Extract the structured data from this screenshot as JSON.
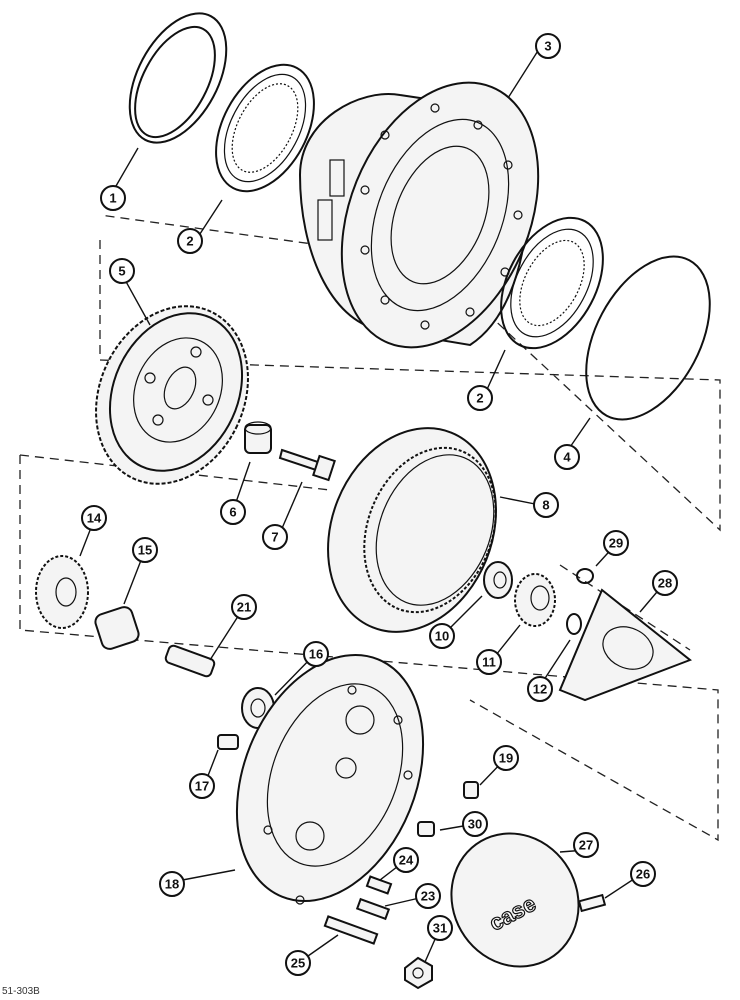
{
  "figure_code": "51-303B",
  "logo_text": "case",
  "callouts": {
    "c1": "1",
    "c2a": "2",
    "c2b": "2",
    "c3": "3",
    "c4": "4",
    "c5": "5",
    "c6": "6",
    "c7": "7",
    "c8": "8",
    "c10": "10",
    "c11": "11",
    "c12": "12",
    "c14": "14",
    "c15": "15",
    "c16": "16",
    "c17": "17",
    "c18": "18",
    "c19": "19",
    "c21": "21",
    "c23": "23",
    "c24": "24",
    "c25": "25",
    "c26": "26",
    "c27": "27",
    "c28": "28",
    "c29": "29",
    "c30": "30",
    "c31": "31"
  }
}
